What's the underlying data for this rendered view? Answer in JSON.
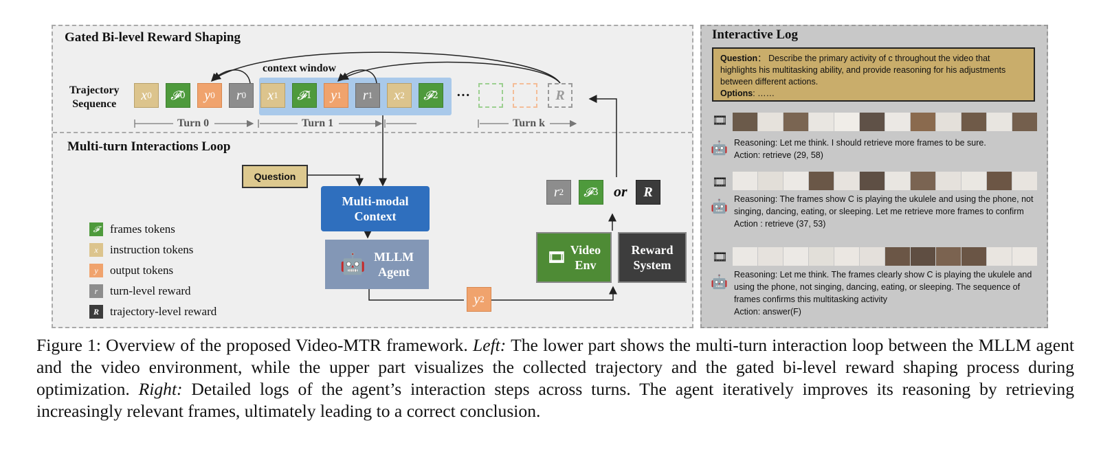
{
  "left_panel": {
    "top_title": "Gated Bi-level Reward Shaping",
    "context_window_label": "context window",
    "trajectory_label_line1": "Trajectory",
    "trajectory_label_line2": "Sequence",
    "ellipsis": "···",
    "turn_labels": [
      "Turn 0",
      "Turn 1",
      "Turn k"
    ],
    "bottom_title": "Multi-turn Interactions Loop",
    "question_label": "Question",
    "mm_context_line1": "Multi-modal",
    "mm_context_line2": "Context",
    "agent_line1": "MLLM",
    "agent_line2": "Agent",
    "video_env_line1": "Video",
    "video_env_line2": "Env",
    "reward_line1": "Reward",
    "reward_line2": "System",
    "or_text": "or",
    "legend": [
      {
        "symbol": "𝓕",
        "text": "frames tokens",
        "color": "#4e9a3c"
      },
      {
        "symbol": "x",
        "text": "instruction tokens",
        "color": "#dcc48d"
      },
      {
        "symbol": "y",
        "text": "output tokens",
        "color": "#f0a36d"
      },
      {
        "symbol": "r",
        "text": "turn-level reward",
        "color": "#8d8d8d"
      },
      {
        "symbol": "R",
        "text": "trajectory-level reward",
        "color": "#3b3b3b"
      }
    ]
  },
  "right_panel": {
    "title": "Interactive Log",
    "question_prefix": "Question",
    "question_text": "： Describe the primary activity of c throughout the video that highlights his multitasking ability, and provide reasoning for his adjustments between different actions.",
    "options_prefix": "Options",
    "options_text": ": ……",
    "steps": [
      {
        "reasoning": "Reasoning: Let me think. I should retrieve more frames to be sure.",
        "action": "Action: retrieve (29, 58)"
      },
      {
        "reasoning": "Reasoning: The frames show C is playing the ukulele and using the phone, not singing, dancing, eating, or sleeping. Let me retrieve more frames to confirm",
        "action": "Action : retrieve (37, 53)"
      },
      {
        "reasoning": "Reasoning: Let me think. The frames clearly show C is playing the ukulele and using the phone, not singing, dancing, eating, or sleeping. The sequence of frames confirms this multitasking activity",
        "action": "Action: answer(F)"
      }
    ]
  },
  "caption": {
    "prefix": "Figure 1: Overview of the proposed Video-MTR framework. ",
    "left_label": "Left:",
    "middle": " The lower part shows the multi-turn interaction loop between the MLLM agent and the video environment, while the upper part visualizes the collected trajectory and the gated bi-level reward shaping process during optimization. ",
    "right_label": "Right:",
    "suffix": " Detailed logs of the agent’s interaction steps across turns. The agent iteratively improves its reasoning by retrieving increasingly relevant frames, ultimately leading to a correct conclusion."
  }
}
